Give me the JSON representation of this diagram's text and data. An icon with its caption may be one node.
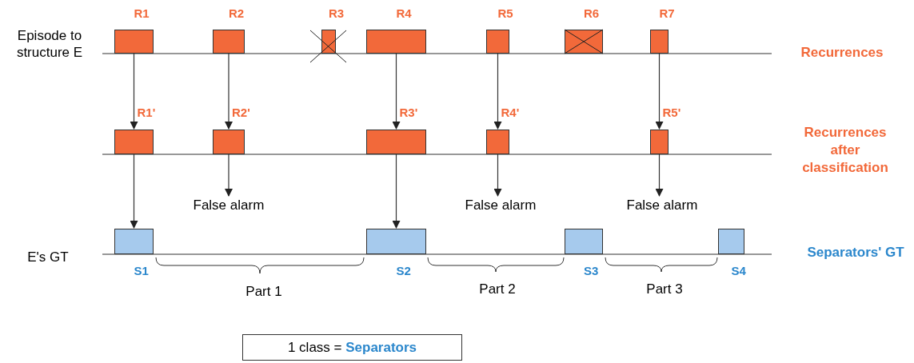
{
  "diagram": {
    "nodes": [
      {
        "text": [
          "R1"
        ]
      },
      {
        "text": [
          "R2"
        ]
      },
      {
        "text": [
          "R3"
        ]
      },
      {
        "text": [
          "R4"
        ]
      },
      {
        "text": [
          "R5"
        ]
      },
      {
        "text": [
          "R6"
        ]
      },
      {
        "text": [
          "R7"
        ]
      },
      {
        "text": [
          "R1'"
        ]
      },
      {
        "text": [
          "R2'"
        ]
      },
      {
        "text": [
          "R3'"
        ]
      },
      {
        "text": [
          "R4'"
        ]
      },
      {
        "text": [
          "R5'"
        ]
      },
      {
        "text": [
          "False alarm"
        ]
      },
      {
        "text": [
          "False alarm"
        ]
      },
      {
        "text": [
          "False alarm"
        ]
      },
      {
        "text": [
          "S1"
        ]
      },
      {
        "text": [
          "S2"
        ]
      },
      {
        "text": [
          "S3"
        ]
      },
      {
        "text": [
          "S4"
        ]
      },
      {
        "text": [
          "1 class = **Separators**"
        ]
      }
    ],
    "edges": [
      {
        "from": 0,
        "to": 7,
        "arrow": "to"
      },
      {
        "from": 1,
        "to": 8,
        "arrow": "to"
      },
      {
        "from": 3,
        "to": 9,
        "arrow": "to"
      },
      {
        "from": 4,
        "to": 10,
        "arrow": "to"
      },
      {
        "from": 6,
        "to": 11,
        "arrow": "to"
      },
      {
        "from": 7,
        "to": 15,
        "arrow": "to"
      },
      {
        "from": 8,
        "to": 12,
        "arrow": "to"
      },
      {
        "from": 9,
        "to": 16,
        "arrow": "to"
      },
      {
        "from": 10,
        "to": 13,
        "arrow": "to"
      },
      {
        "from": 11,
        "to": 14,
        "arrow": "to"
      }
    ],
    "labels": [
      "Episode to structure E",
      "Recurrences",
      "Recurrences after classification",
      "E's GT",
      "Separators' GT",
      "Part 1",
      "Part 2",
      "Part 3"
    ]
  }
}
